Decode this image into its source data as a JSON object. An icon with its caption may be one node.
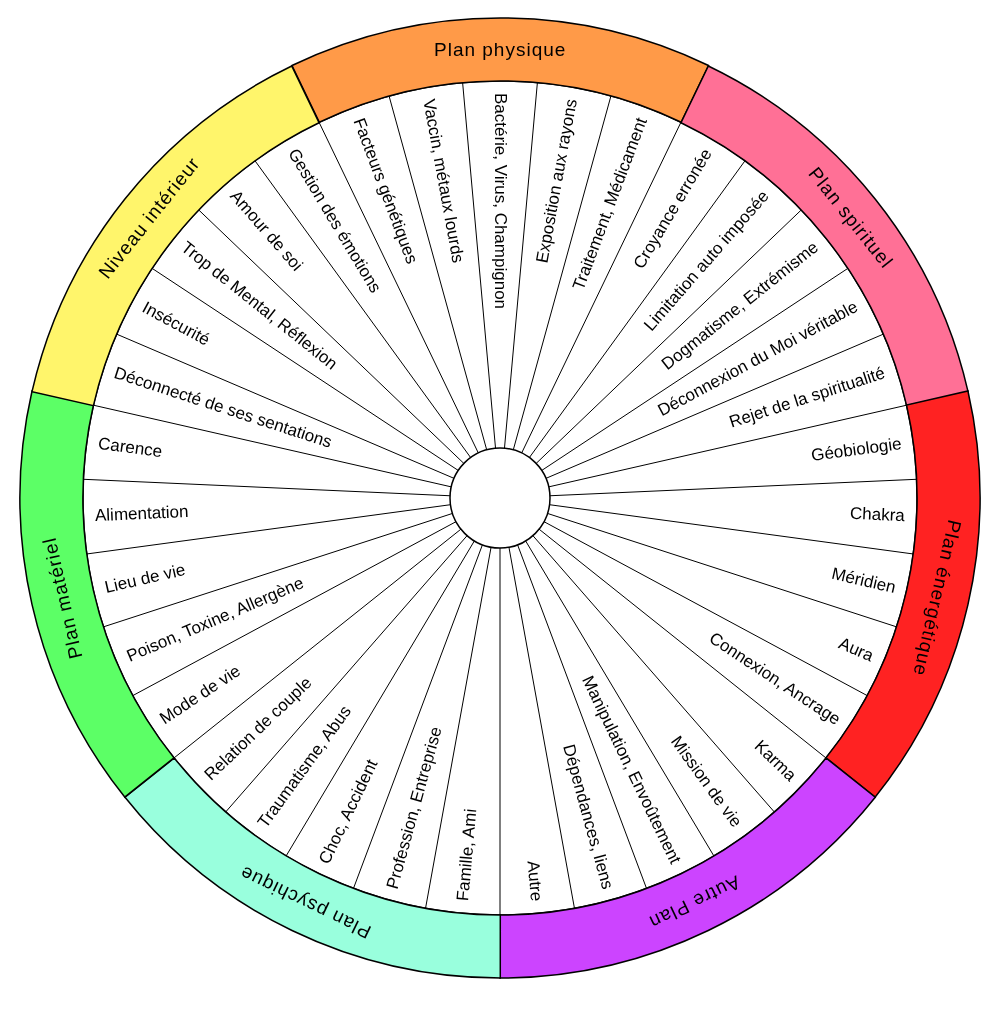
{
  "diagram": {
    "nodes": [
      {
        "text": [
          "Plan physique"
        ]
      },
      {
        "text": [
          "Facteurs génétiques"
        ]
      },
      {
        "text": [
          "Vaccin, métaux lourds"
        ]
      },
      {
        "text": [
          "Bactérie, Virus, Champignon"
        ]
      },
      {
        "text": [
          "Exposition aux rayons"
        ]
      },
      {
        "text": [
          "Traitement, Médicament"
        ]
      },
      {
        "text": [
          "Plan spirituel"
        ]
      },
      {
        "text": [
          "Croyance erronée"
        ]
      },
      {
        "text": [
          "Limitation auto imposée"
        ]
      },
      {
        "text": [
          "Dogmatisme, Extrémisme"
        ]
      },
      {
        "text": [
          "Déconnexion du Moi véritable"
        ]
      },
      {
        "text": [
          "Rejet de la spiritualité"
        ]
      },
      {
        "text": [
          "Plan énergétique"
        ]
      },
      {
        "text": [
          "Géobiologie"
        ]
      },
      {
        "text": [
          "Chakra"
        ]
      },
      {
        "text": [
          "Méridien"
        ]
      },
      {
        "text": [
          "Aura"
        ]
      },
      {
        "text": [
          "Connexion, Ancrage"
        ]
      },
      {
        "text": [
          "Autre Plan"
        ]
      },
      {
        "text": [
          "Karma"
        ]
      },
      {
        "text": [
          "Mission de vie"
        ]
      },
      {
        "text": [
          "Manipulation, Envoûtement"
        ]
      },
      {
        "text": [
          "Dépendances, liens"
        ]
      },
      {
        "text": [
          "Autre"
        ]
      },
      {
        "text": [
          "Plan psychique"
        ]
      },
      {
        "text": [
          "Famille, Ami"
        ]
      },
      {
        "text": [
          "Profession, Entreprise"
        ]
      },
      {
        "text": [
          "Choc, Accident"
        ]
      },
      {
        "text": [
          "Traumatisme, Abus"
        ]
      },
      {
        "text": [
          "Relation de couple"
        ]
      },
      {
        "text": [
          "Plan matériel"
        ]
      },
      {
        "text": [
          "Mode de vie"
        ]
      },
      {
        "text": [
          "Poison, Toxine, Allergène"
        ]
      },
      {
        "text": [
          "Lieu de vie"
        ]
      },
      {
        "text": [
          "Alimentation"
        ]
      },
      {
        "text": [
          "Carence"
        ]
      },
      {
        "text": [
          "Niveau intérieur"
        ]
      },
      {
        "text": [
          "Déconnecté de ses sentations"
        ]
      },
      {
        "text": [
          "Insécurité"
        ]
      },
      {
        "text": [
          "Trop de Mental, Réflexion"
        ]
      },
      {
        "text": [
          "Amour de soi"
        ]
      },
      {
        "text": [
          "Gestion des émotions"
        ]
      }
    ]
  }
}
